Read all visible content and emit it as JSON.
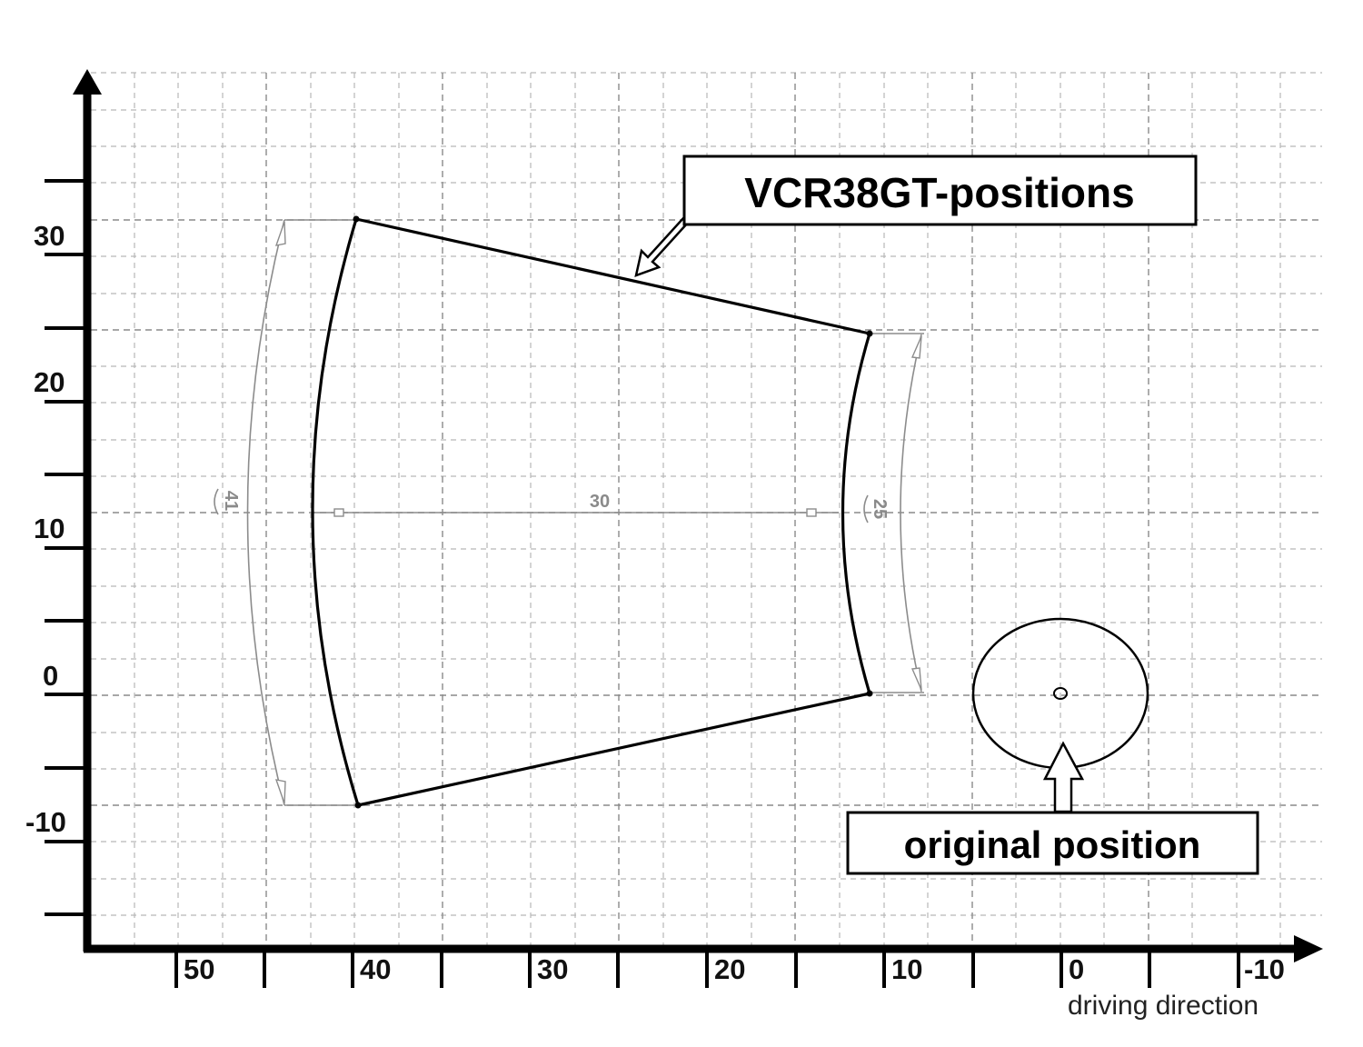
{
  "diagram": {
    "title_callout": "VCR38GT-positions",
    "origin_callout": "original position",
    "x_axis": {
      "title": "driving direction",
      "tick_labels": [
        "50",
        "40",
        "30",
        "20",
        "10",
        "0",
        "-10"
      ],
      "labeled_values": [
        50,
        40,
        30,
        20,
        10,
        0,
        -10
      ],
      "minor_tick_values": [
        45,
        35,
        25,
        15,
        5,
        -5
      ]
    },
    "y_axis": {
      "tick_labels": [
        "30",
        "20",
        "10",
        "0",
        "-10"
      ],
      "labeled_values": [
        30,
        20,
        10,
        0,
        -10
      ]
    },
    "dimensions": {
      "outer_arc_length": "41",
      "inner_arc_length": "25",
      "radial_distance": "30"
    },
    "colors": {
      "outline": "#000000",
      "dimension": "#8c8c8c",
      "grid": "#b8b8b8",
      "background": "#ffffff"
    }
  },
  "chart_data": {
    "type": "diagram",
    "title": "VCR38GT-positions",
    "xlabel": "driving direction",
    "ylabel": "",
    "x_ticks": [
      50,
      40,
      30,
      20,
      10,
      0,
      -10
    ],
    "y_ticks": [
      30,
      20,
      10,
      0,
      -10
    ],
    "x_reversed": true,
    "grid": true,
    "region": {
      "name": "VCR38GT-positions",
      "corners": [
        {
          "x": 40,
          "y": 30
        },
        {
          "x": 11,
          "y": 24
        },
        {
          "x": 11,
          "y": 0
        },
        {
          "x": 40,
          "y": -10
        }
      ],
      "outer_arc_dimension": 41,
      "inner_arc_dimension": 25,
      "radial_dimension": 30
    },
    "original_position": {
      "x": 0,
      "y": 0
    }
  }
}
